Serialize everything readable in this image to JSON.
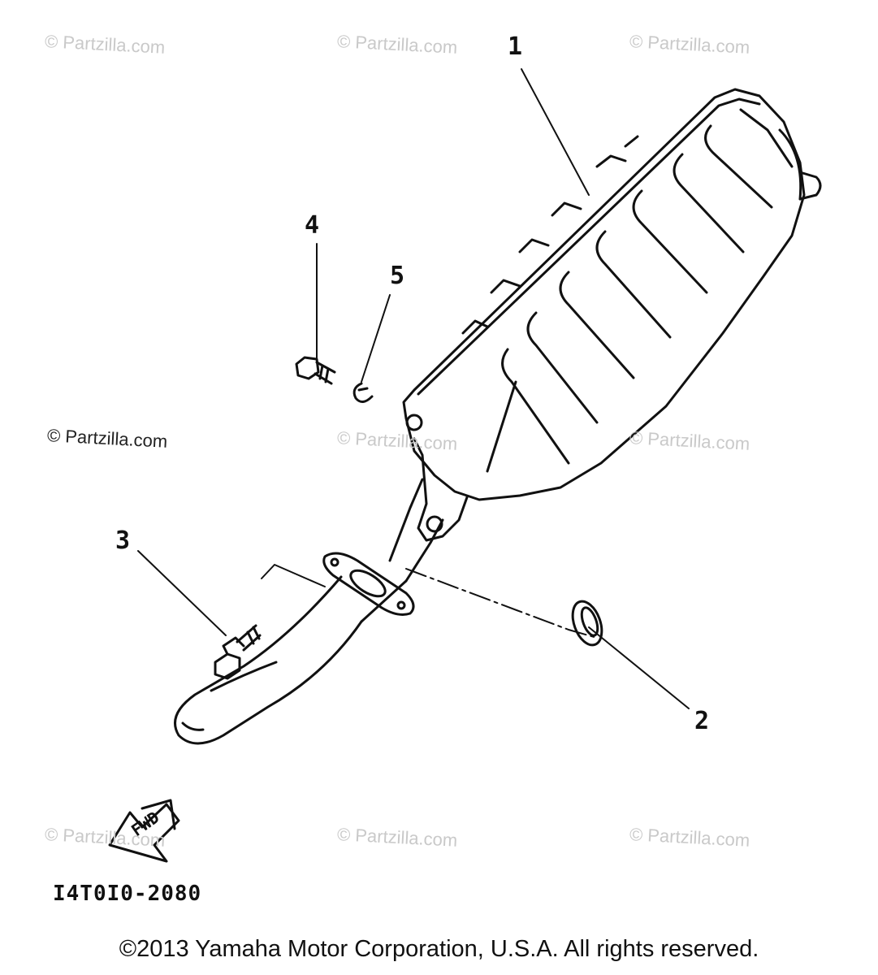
{
  "watermarks": {
    "faint": [
      "© Partzilla.com",
      "© Partzilla.com",
      "© Partzilla.com",
      "© Partzilla.com",
      "© Partzilla.com",
      "© Partzilla.com",
      "© Partzilla.com",
      "© Partzilla.com"
    ],
    "dark": "© Partzilla.com"
  },
  "callouts": [
    "1",
    "2",
    "3",
    "4",
    "5"
  ],
  "fwd_label": "FWD",
  "part_code": "I4T0I0-2080",
  "copyright": "©2013 Yamaha Motor Corporation, U.S.A. All rights reserved.",
  "colors": {
    "ink": "#111111",
    "watermark": "#c9c9c9"
  }
}
